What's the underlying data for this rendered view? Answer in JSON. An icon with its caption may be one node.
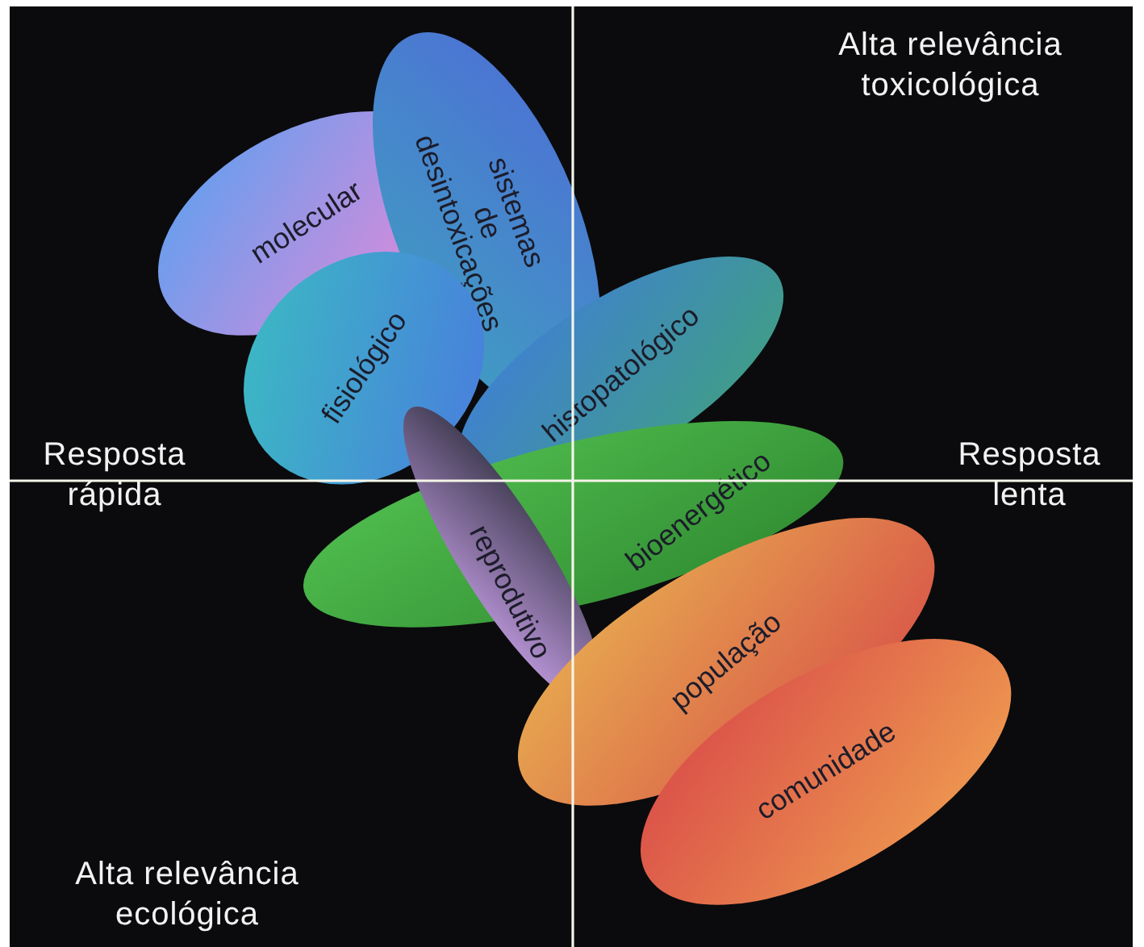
{
  "diagram": {
    "nodes": [
      {
        "text": [
          "molecular"
        ]
      },
      {
        "text": [
          "sistemas de desintoxicações"
        ]
      },
      {
        "text": [
          "fisiológico"
        ]
      },
      {
        "text": [
          "histopatológico"
        ]
      },
      {
        "text": [
          "bioenergético"
        ]
      },
      {
        "text": [
          "reprodutivo"
        ]
      },
      {
        "text": [
          "população"
        ]
      },
      {
        "text": [
          "comunidade"
        ]
      }
    ],
    "labels": [
      "Alta relevância toxicológica",
      "Resposta rápida",
      "Resposta lenta",
      "Alta relevância ecológica"
    ]
  }
}
